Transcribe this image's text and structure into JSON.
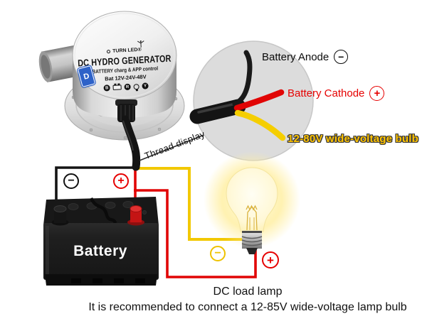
{
  "generator": {
    "brand": "TURN LED®",
    "title": "DC HYDRO GENERATOR",
    "subtitle": "BATTERY charg & APP control",
    "voltage": "Bat 12V-24V-48V",
    "app_icon_letter": "D",
    "indicators": [
      "B",
      "R",
      "Y"
    ]
  },
  "callout": {
    "anode_label": "Battery Anode",
    "cathode_label": "Battery Cathode",
    "bulb_wire_label": "12-80V wide-voltage bulb"
  },
  "thread_label": "Thread display",
  "battery": {
    "label": "Battery"
  },
  "lamp": {
    "name": "DC load lamp"
  },
  "symbols": {
    "minus": "−",
    "plus": "+"
  },
  "caption": {
    "line1": "DC load lamp",
    "line2": "It is recommended to connect a 12-85V wide-voltage lamp bulb"
  },
  "colors": {
    "wire_black": "#141414",
    "wire_red": "#E10505",
    "wire_yellow": "#F2C800",
    "label_red": "#E60000",
    "label_gold": "#FFC300",
    "callout_bg": "#DCDCDC"
  }
}
